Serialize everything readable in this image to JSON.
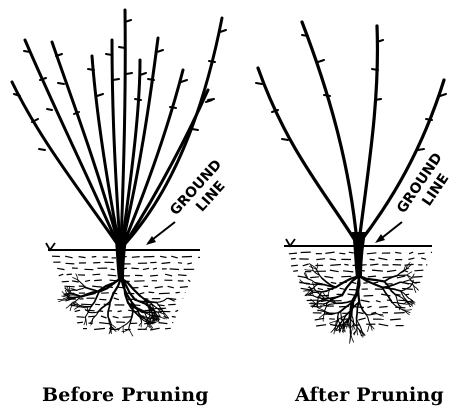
{
  "panels": [
    {
      "id": "before",
      "caption": "Before Pruning",
      "ground_label_line1": "GROUND",
      "ground_label_line2": "LINE"
    },
    {
      "id": "after",
      "caption": "After Pruning",
      "ground_label_line1": "GROUND",
      "ground_label_line2": "LINE"
    }
  ],
  "colors": {
    "ink": "#000000",
    "background": "#ffffff"
  }
}
